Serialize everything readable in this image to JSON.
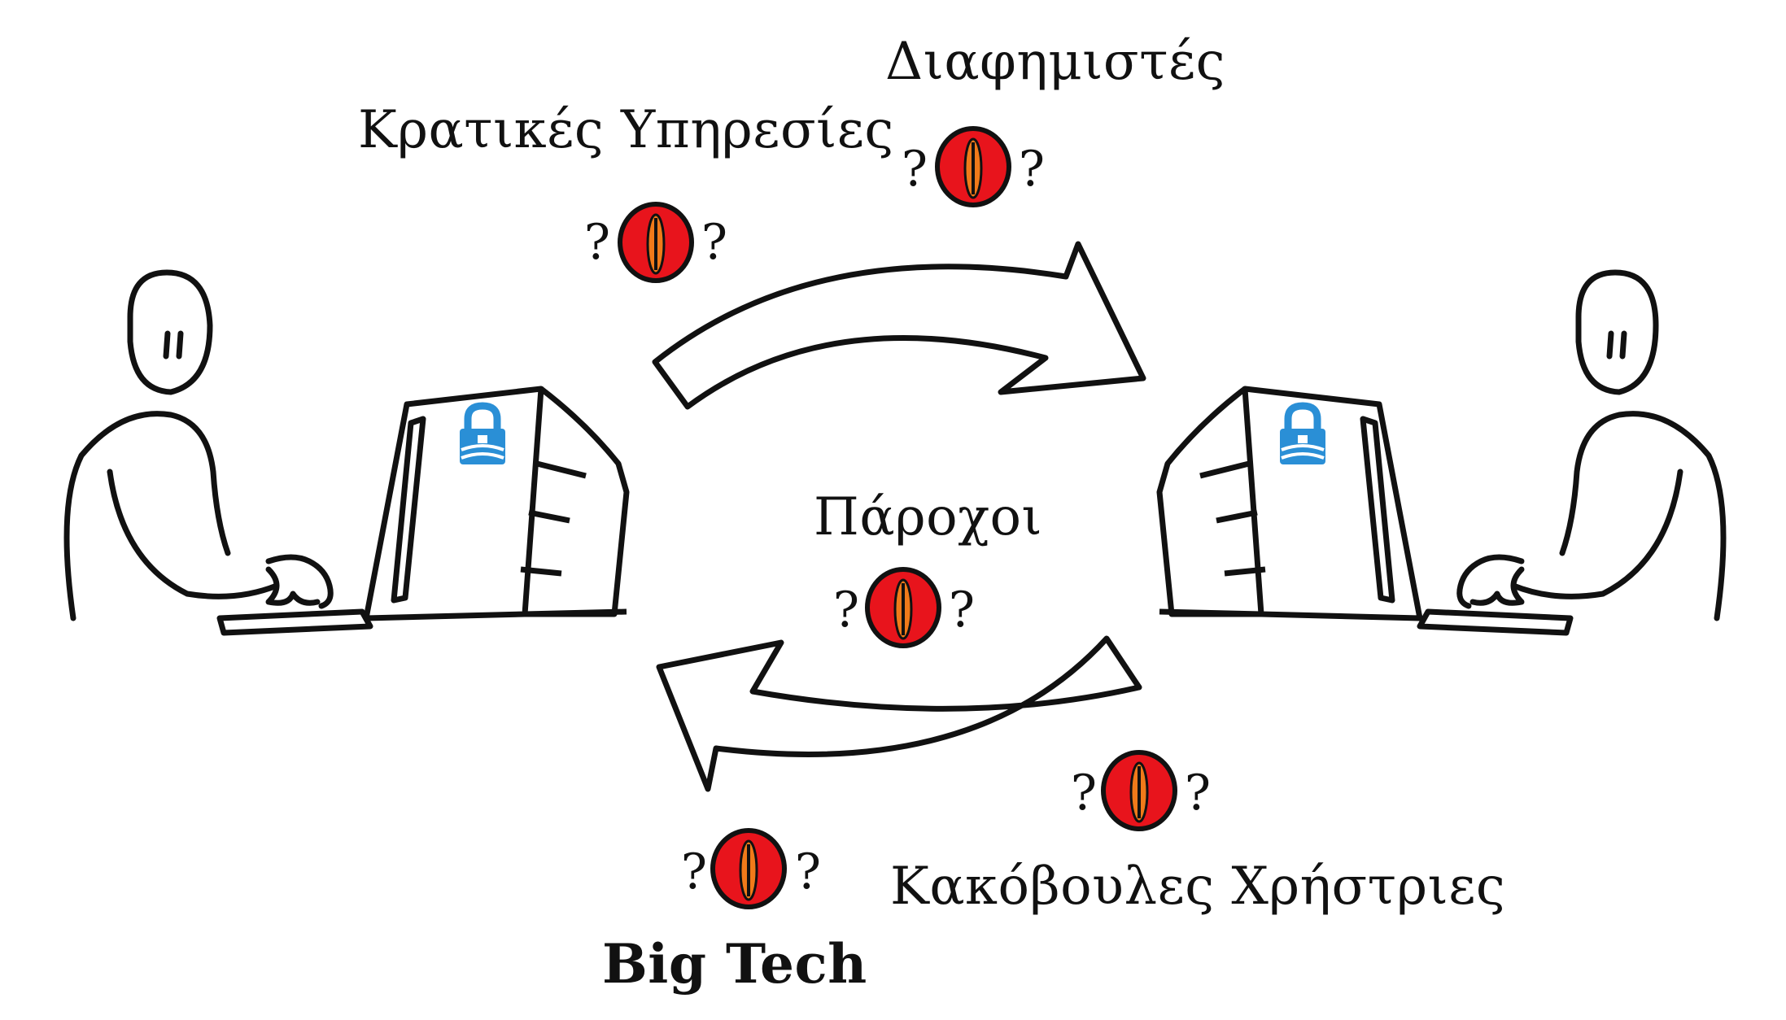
{
  "diagram": {
    "labels": {
      "state_agencies": "Κρατικές Υπηρεσίες",
      "advertisers": "Διαφημιστές",
      "providers": "Πάροχοι",
      "malicious_users": "Κακόβουλες Χρήστριες",
      "big_tech": "Big Tech"
    },
    "eye_marks": {
      "left": "?",
      "right": "?"
    },
    "colors": {
      "line": "#111111",
      "eye_fill": "#e8141c",
      "eye_pupil": "#f07a1a",
      "lock_blue": "#2a8fd6",
      "background": "#ffffff"
    },
    "icons": [
      "person-left",
      "computer-left",
      "lock-logo-icon",
      "person-right",
      "computer-right",
      "arrow-top-right",
      "arrow-bottom-left",
      "watching-eye-icon"
    ]
  }
}
